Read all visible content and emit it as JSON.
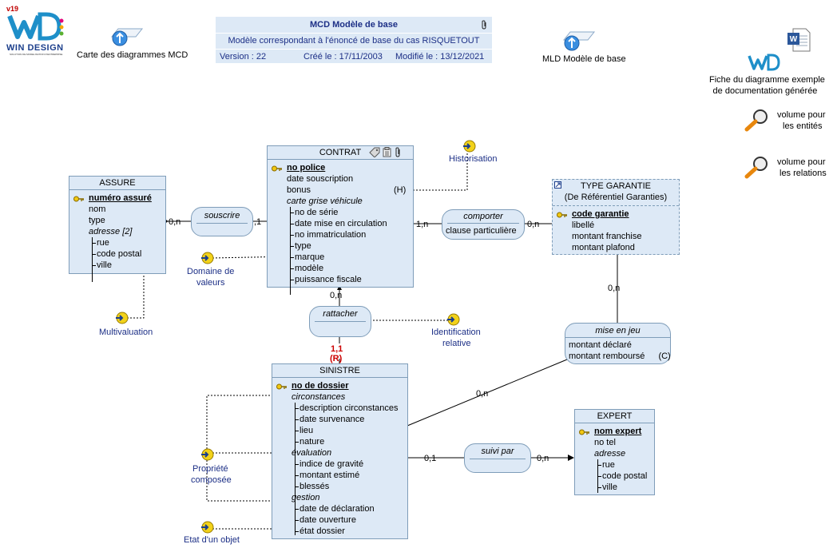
{
  "logo": {
    "version": "v19",
    "brand": "WIN DESIGN",
    "tagline": "SOLUTION DE MODELISATION D'ENTREPRISE"
  },
  "header": {
    "title": "MCD Modèle de base",
    "description": "Modèle correspondant  à l'énoncé de base du cas RISQUETOUT",
    "version": "Version : 22",
    "created": "Créé le : 17/11/2003",
    "modified": "Modifié le : 13/12/2021"
  },
  "links_top": {
    "map_label": "Carte des diagrammes MCD",
    "mld_label": "MLD Modèle de base",
    "doc_label_1": "Fiche du diagramme exemple",
    "doc_label_2": "de documentation générée",
    "vol_entities_1": "volume pour",
    "vol_entities_2": "les entités",
    "vol_relations_1": "volume pour",
    "vol_relations_2": "les relations"
  },
  "entities": {
    "assure": {
      "title": "ASSURE",
      "attrs": [
        "numéro assuré",
        "nom",
        "type",
        "adresse [2]",
        "rue",
        "code postal",
        "ville"
      ]
    },
    "contrat": {
      "title": "CONTRAT",
      "attrs": [
        "no police",
        "date souscription",
        "bonus",
        "carte grise véhicule",
        "no de série",
        "date mise en circulation",
        "no immatriculation",
        "type",
        "marque",
        "modèle",
        "puissance fiscale"
      ],
      "bonus_tag": "(H)"
    },
    "type_garantie": {
      "title": "TYPE GARANTIE",
      "subtitle": "(De Référentiel Garanties)",
      "attrs": [
        "code garantie",
        "libellé",
        "montant franchise",
        "montant plafond"
      ]
    },
    "sinistre": {
      "title": "SINISTRE",
      "attrs": [
        "no de dossier",
        "circonstances",
        "description circonstances",
        "date survenance",
        "lieu",
        "nature",
        "évaluation",
        "indice de gravité",
        "montant estimé",
        "blessés",
        "gestion",
        "date de déclaration",
        "date ouverture",
        "état dossier"
      ]
    },
    "expert": {
      "title": "EXPERT",
      "attrs": [
        "nom expert",
        "no tel",
        "adresse",
        "rue",
        "code postal",
        "ville"
      ]
    }
  },
  "relations": {
    "souscrire": {
      "name": "souscrire"
    },
    "comporter": {
      "name": "comporter",
      "attr": "clause particulière"
    },
    "rattacher": {
      "name": "rattacher"
    },
    "mise_en_jeu": {
      "name": "mise en jeu",
      "attr1": "montant déclaré",
      "attr2": "montant remboursé",
      "attr2_tag": "(C)"
    },
    "suivi_par": {
      "name": "suivi par"
    }
  },
  "cardinalities": {
    "assure_souscrire": "0,n",
    "contrat_souscrire": ",1",
    "contrat_comporter": "1,n",
    "garantie_comporter": "0,n",
    "garantie_misejeu": "0,n",
    "contrat_rattacher": "0,n",
    "sinistre_rattacher": "1,1",
    "sinistre_rattacher_tag": "(R)",
    "sinistre_misejeu": "0,n",
    "sinistre_suivi": "0,1",
    "expert_suivi": "0,n"
  },
  "notes": {
    "historisation": "Historisation",
    "domaine_1": "Domaine de",
    "domaine_2": "valeurs",
    "multivaluation": "Multivaluation",
    "identification_1": "Identification",
    "identification_2": "relative",
    "propriete_1": "Propriété",
    "propriete_2": "composée",
    "etat": "Etat d'un objet"
  },
  "colors": {
    "entity_fill": "#dde9f6",
    "entity_border": "#7f9db9",
    "note_text": "#1c2f86",
    "required_red": "#cc0000"
  }
}
